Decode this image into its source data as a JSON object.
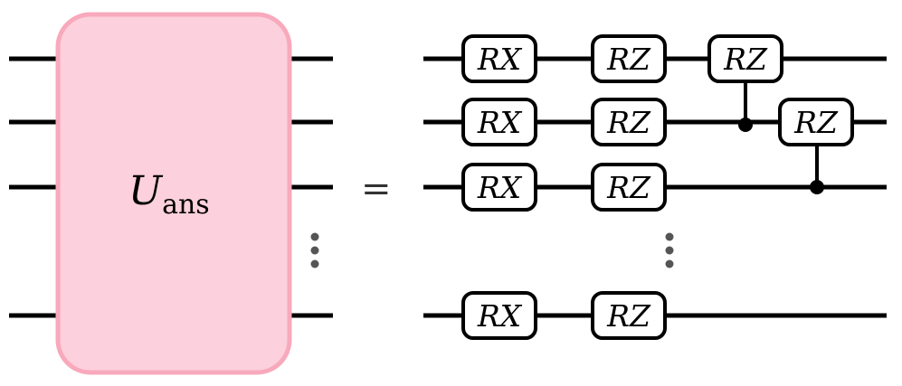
{
  "ansatz": {
    "symbol": "U",
    "subscript": "ans",
    "fill_color": "#fcd0dc",
    "border_color": "#f8a9bc"
  },
  "equals_sign": "=",
  "gates": {
    "rx_label": "RX",
    "rz_label": "RZ"
  },
  "circuit": {
    "qubit_rows_shown": 4,
    "rotation_columns": [
      "RX",
      "RZ"
    ],
    "controlled_rz": [
      {
        "target_qubit": 1,
        "control_qubit": 2
      },
      {
        "target_qubit": 2,
        "control_qubit": 3
      }
    ],
    "ellipsis": "vertical-dots"
  }
}
